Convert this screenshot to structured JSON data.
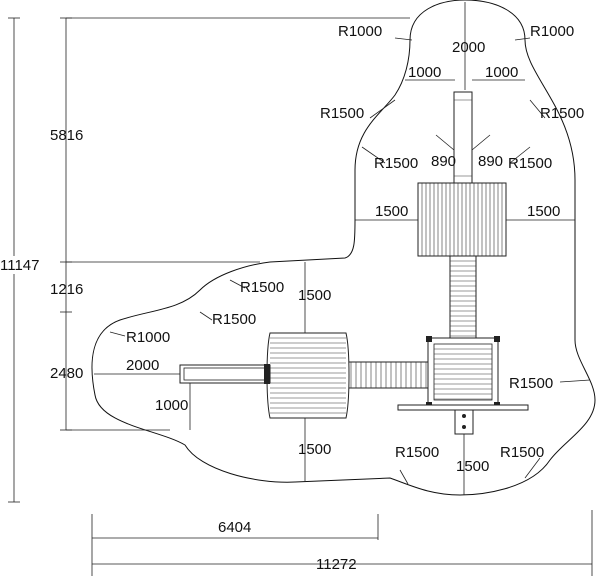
{
  "overall": {
    "height_label": "11147",
    "width_label": "11272",
    "left_part_width_label": "6404"
  },
  "left_dims": {
    "upper_label": "5816",
    "middle_label": "1216",
    "lower_label": "2480"
  },
  "top": {
    "r_left": "R1000",
    "r_right": "R1000",
    "gap_label": "2000",
    "offset_left": "1000",
    "offset_right": "1000"
  },
  "upper": {
    "r_outer_left": "R1500",
    "r_outer_right": "R1500",
    "r_inner_left": "R1500",
    "r_inner_right": "R1500",
    "beam_left": "890",
    "beam_right": "890",
    "side_left": "1500",
    "side_right": "1500"
  },
  "left_wing": {
    "r_top1": "R1500",
    "r_top2": "R1500",
    "r_left": "R1000",
    "top_clear": "1500",
    "slide_len": "2000",
    "slide_offset": "1000",
    "bottom_clear": "1500"
  },
  "bottom": {
    "r_right_side": "R1500",
    "r_bottom_left": "R1500",
    "r_bottom_right": "R1500",
    "clear": "1500"
  }
}
